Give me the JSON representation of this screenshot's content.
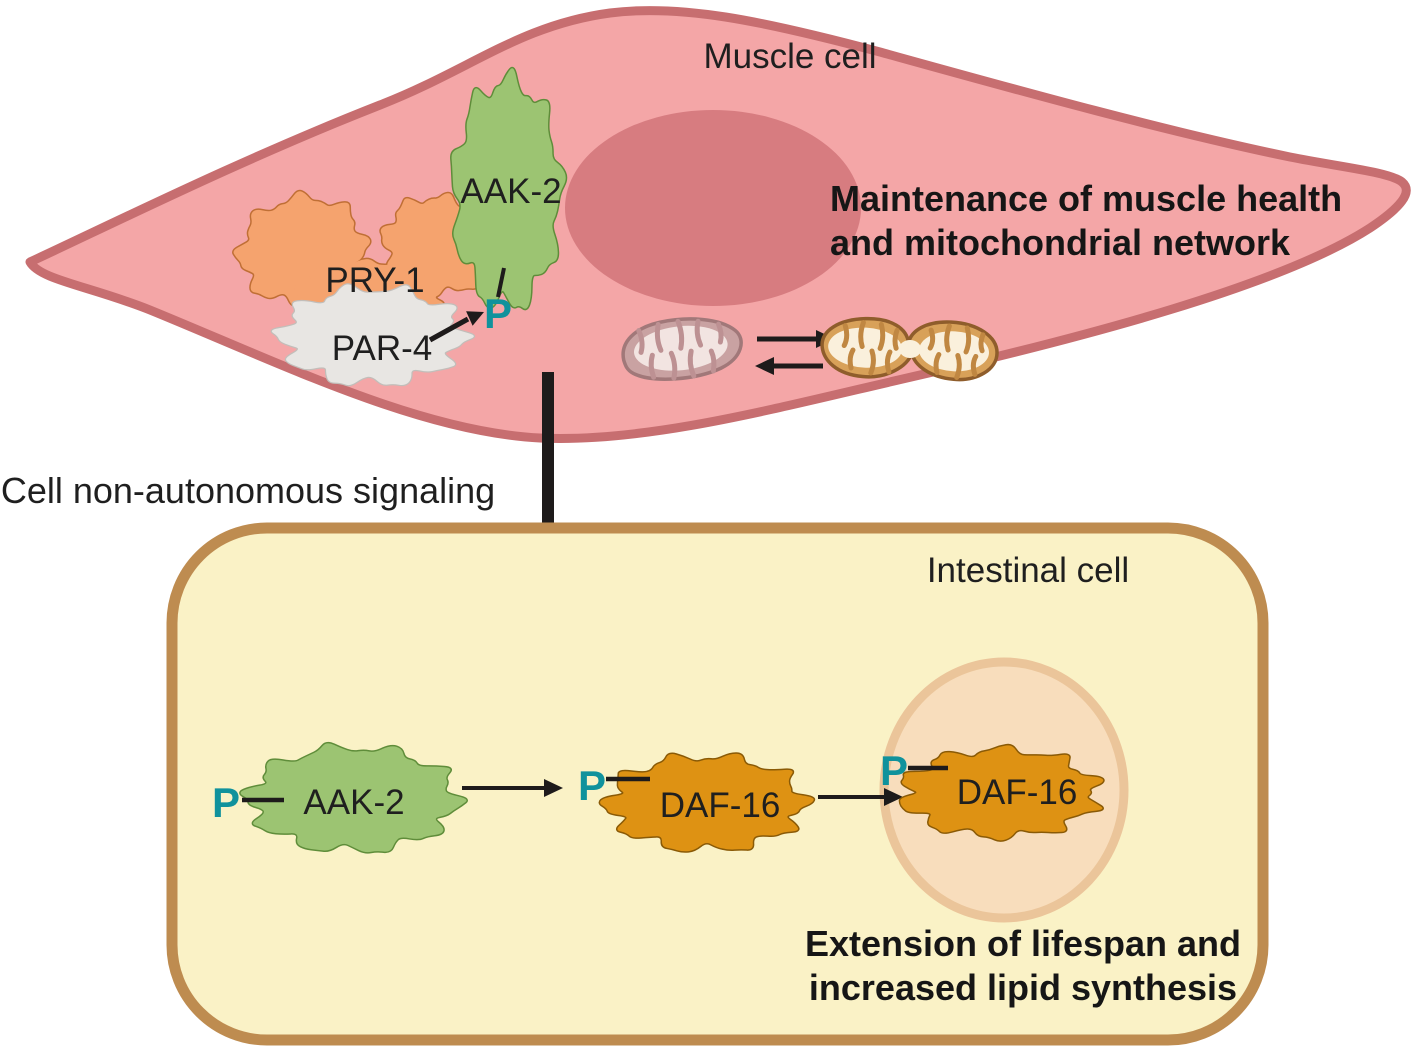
{
  "figure": {
    "muscle_cell": {
      "label": "Muscle cell",
      "aak2": "AAK-2",
      "pry1": "PRY-1",
      "par4": "PAR-4",
      "phosphate": "P",
      "annotation_line1": "Maintenance of muscle health",
      "annotation_line2": "and mitochondrial network"
    },
    "signaling_label": "Cell non-autonomous signaling",
    "intestinal_cell": {
      "label": "Intestinal cell",
      "aak2": "AAK-2",
      "daf16": "DAF-16",
      "daf16_nuclear": "DAF-16",
      "phosphate": "P",
      "annotation_line1": "Extension of lifespan and",
      "annotation_line2": "increased lipid synthesis"
    },
    "colors": {
      "muscle_fill": "#F4A6A7",
      "muscle_membrane": "#C76E70",
      "muscle_nucleus": "#D77C80",
      "mito1_membrane": "#C9A2A2",
      "mito1_border": "#A17879",
      "mito1_matrix": "#F2E4E1",
      "mito1_cristae": "#BD9193",
      "mito2_membrane": "#D8A159",
      "mito2_border": "#8F5D2B",
      "mito2_matrix": "#FAF0DC",
      "mito2_cristae": "#C08742",
      "intestinal_fill": "#FAF2C6",
      "intestinal_membrane": "#BE8C50",
      "intestinal_nucleus_fill": "#F8DDBC",
      "intestinal_nucleus_ring": "#EBC59A",
      "aak2_fill": "#9CC472",
      "aak2_stroke": "#5F8D3A",
      "pry1_fill": "#F5A36E",
      "pry1_stroke": "#C06F35",
      "par4_fill": "#E8E6E3",
      "par4_stroke": "#C2BEBA",
      "daf16_fill": "#DE9213",
      "daf16_stroke": "#8A5A06",
      "phosphate": "#10929C",
      "arrow": "#1E1B1B",
      "text": "#1F1F1F"
    }
  }
}
